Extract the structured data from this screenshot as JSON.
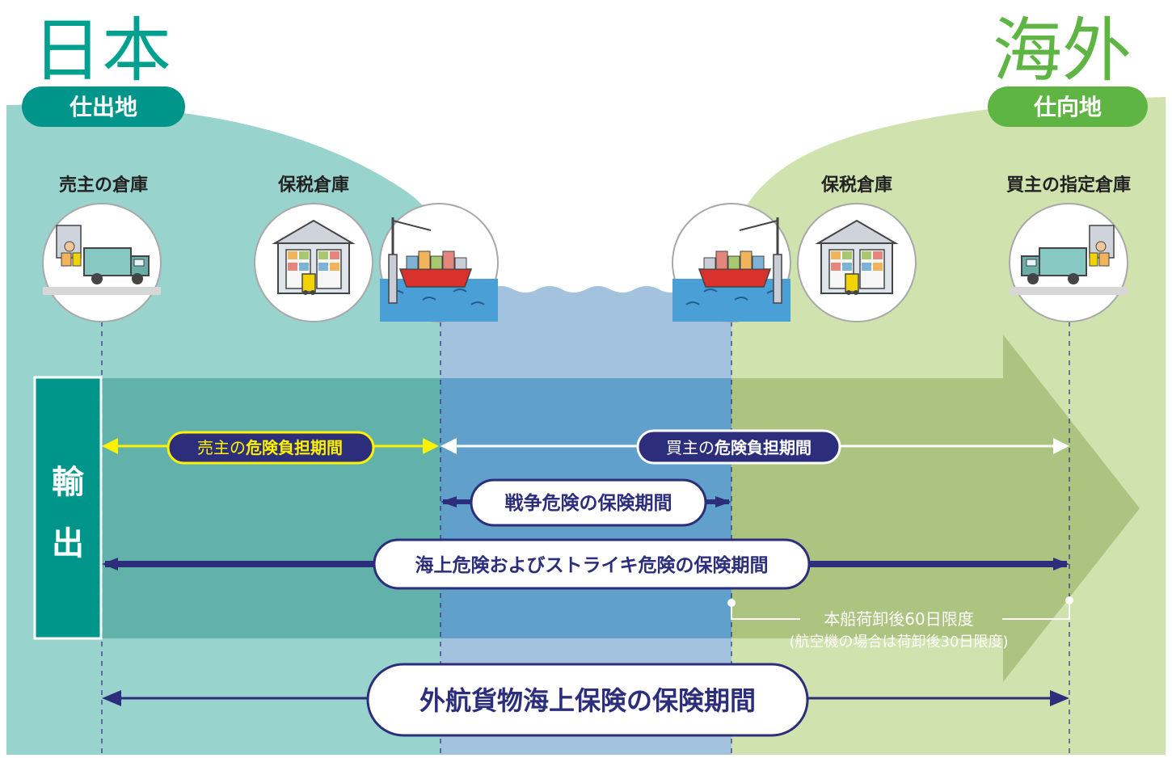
{
  "origin": {
    "country": "日本",
    "tag": "仕出地",
    "locations": [
      "売主の倉庫",
      "保税倉庫"
    ]
  },
  "destination": {
    "country": "海外",
    "tag": "仕向地",
    "locations": [
      "保税倉庫",
      "買主の指定倉庫"
    ]
  },
  "side_label": [
    "輸",
    "出"
  ],
  "periods": {
    "seller_risk_prefix": "売主の",
    "seller_risk": "危険負担期間",
    "buyer_risk_prefix": "買主の",
    "buyer_risk": "危険負担期間",
    "war_risk": "戦争危険の保険期間",
    "marine_strike": "海上危険およびストライキ危険の保険期間",
    "cargo_insurance": "外航貨物海上保険の保険期間"
  },
  "note": {
    "line1": "本船荷卸後60日限度",
    "line2": "(航空機の場合は荷卸後30日限度)"
  },
  "colors": {
    "teal_light": "#99d3cd",
    "teal_band": "#63b1ab",
    "teal_dark": "#00958a",
    "sea_light": "#a3c2de",
    "sea_band": "#62a0cc",
    "green_light": "#d0e3ae",
    "green_band": "#adc380",
    "green_tag": "#5fb544",
    "navy": "#2c2e7c",
    "yellow": "#fff100"
  }
}
